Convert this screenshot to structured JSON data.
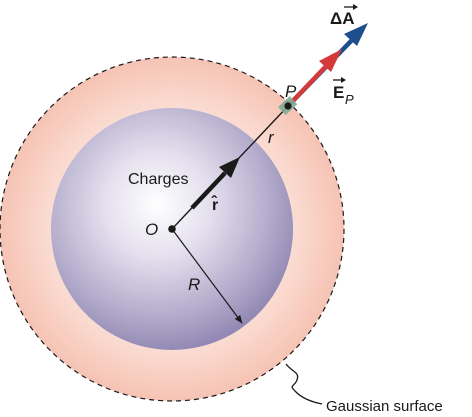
{
  "labels": {
    "origin": "O",
    "point": "P",
    "charges": "Charges",
    "r_hat": "r̂",
    "r": "r",
    "R": "R",
    "delta_A": "ΔA",
    "E_P": "E",
    "E_P_subscript": "P",
    "gaussian_surface": "Gaussian surface"
  },
  "colors": {
    "charge_sphere": "#8f86b2",
    "gaussian_fill": "#f7c5b8",
    "field_arrow": "#d43a3a",
    "area_vector": "#1f4e8c",
    "surface_patch": "#7faa92",
    "outline": "#1a1a1a"
  }
}
